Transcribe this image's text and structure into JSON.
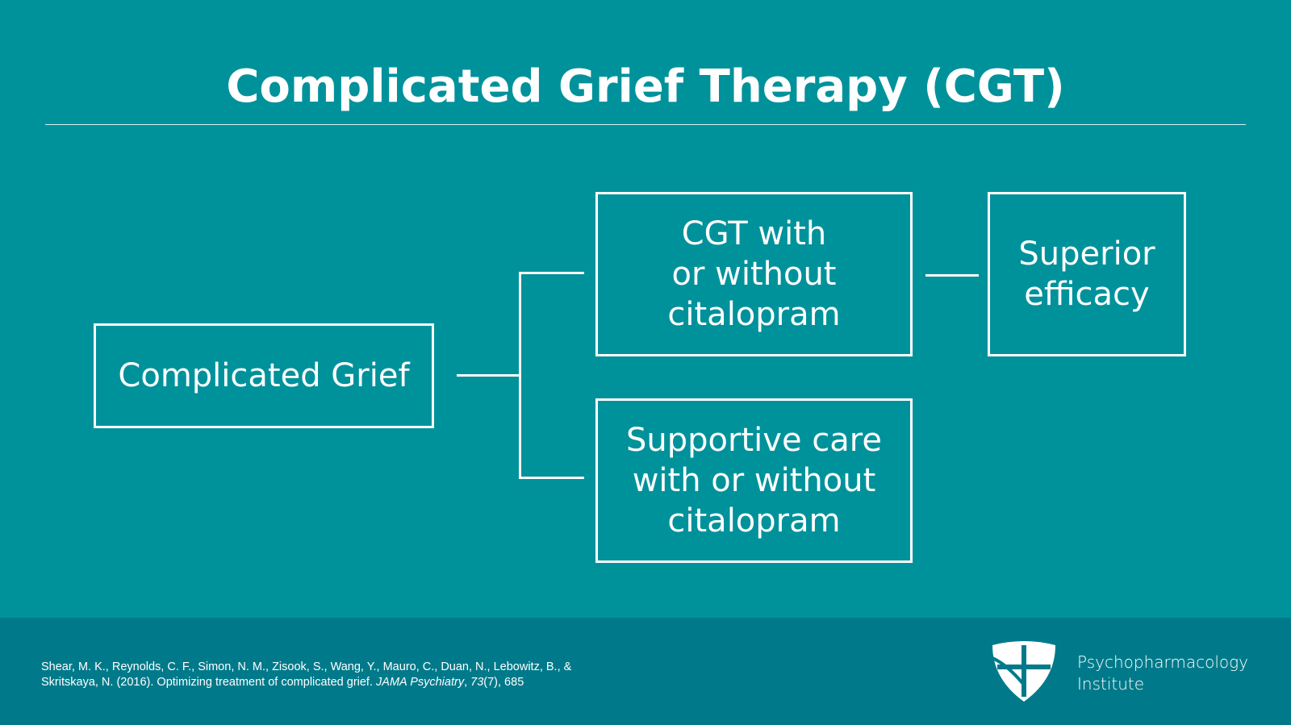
{
  "slide": {
    "title": "Complicated Grief Therapy (CGT)"
  },
  "diagram": {
    "root": "Complicated Grief",
    "branch_top": "CGT with\nor without\ncitalopram",
    "branch_bottom": "Supportive care\nwith or without\ncitalopram",
    "outcome": "Superior\nefficacy"
  },
  "footer": {
    "citation_line1": "Shear, M. K., Reynolds, C. F., Simon, N. M., Zisook, S., Wang, Y., Mauro, C., Duan, N., Lebowitz, B., &",
    "citation_line2_a": "Skritskaya, N. (2016). Optimizing treatment of complicated grief. ",
    "citation_journal": "JAMA Psychiatry",
    "citation_sep": ", ",
    "citation_volume": "73",
    "citation_rest": "(7), 685",
    "brand_line1": "Psychopharmacology",
    "brand_line2": "Institute"
  },
  "colors": {
    "background": "#00929b",
    "footer": "#007a8a",
    "foreground": "#ffffff"
  },
  "icons": [
    "shield-logo-icon"
  ]
}
